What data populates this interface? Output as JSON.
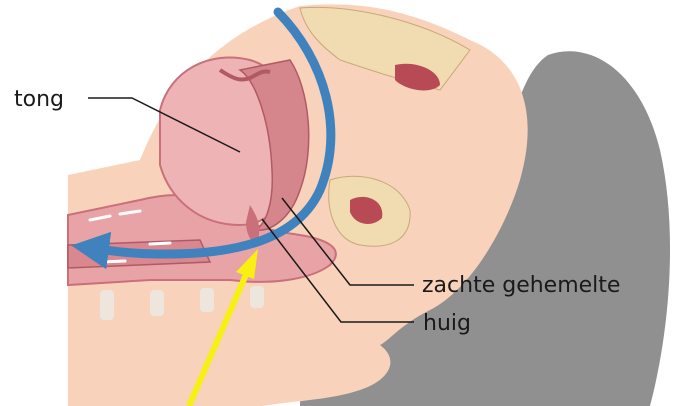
{
  "labels": {
    "tongue": "tong",
    "soft_palate": "zachte gehemelte",
    "uvula": "huig"
  },
  "colors": {
    "background": "#ffffff",
    "skin": "#f8d2ba",
    "pillow": "#909090",
    "tissue": "#e8a3a6",
    "tissue_dark": "#c9707a",
    "bone": "#f0dcb0",
    "airflow": "#3f82bd",
    "pointer": "#f7f012",
    "leader": "#1a1a1a"
  },
  "icons": {
    "airflow": "airflow-arrow-icon",
    "pointer": "pointer-arrow-icon"
  }
}
